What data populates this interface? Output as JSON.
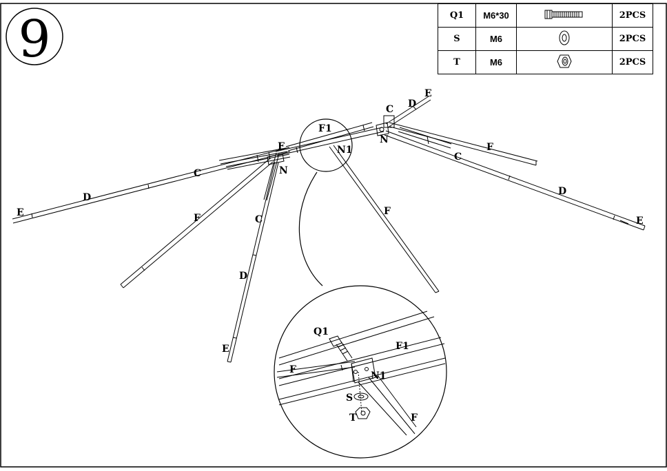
{
  "step_number": "9",
  "parts": [
    {
      "code": "Q1",
      "size": "M6*30",
      "icon": "bolt-icon",
      "qty": "2PCS"
    },
    {
      "code": "S",
      "size": "M6",
      "icon": "washer-icon",
      "qty": "2PCS"
    },
    {
      "code": "T",
      "size": "M6",
      "icon": "nut-icon",
      "qty": "2PCS"
    }
  ],
  "labels": {
    "e_left": "E",
    "d_left": "D",
    "c_left": "C",
    "f_left": "F",
    "f_top_left": "F",
    "n_left": "N",
    "c_mid": "C",
    "d_mid": "D",
    "e_mid": "E",
    "f1_top": "F1",
    "n1_top": "N1",
    "f_center": "F",
    "c_top": "C",
    "d_top": "D",
    "e_top": "E",
    "n_right": "N",
    "f_right": "F",
    "c_right": "C",
    "d_right": "D",
    "e_right": "E"
  },
  "detail": {
    "q1": "Q1",
    "f1": "F1",
    "f_left": "F",
    "n1": "N1",
    "s": "S",
    "t": "T",
    "f_bottom": "F"
  }
}
